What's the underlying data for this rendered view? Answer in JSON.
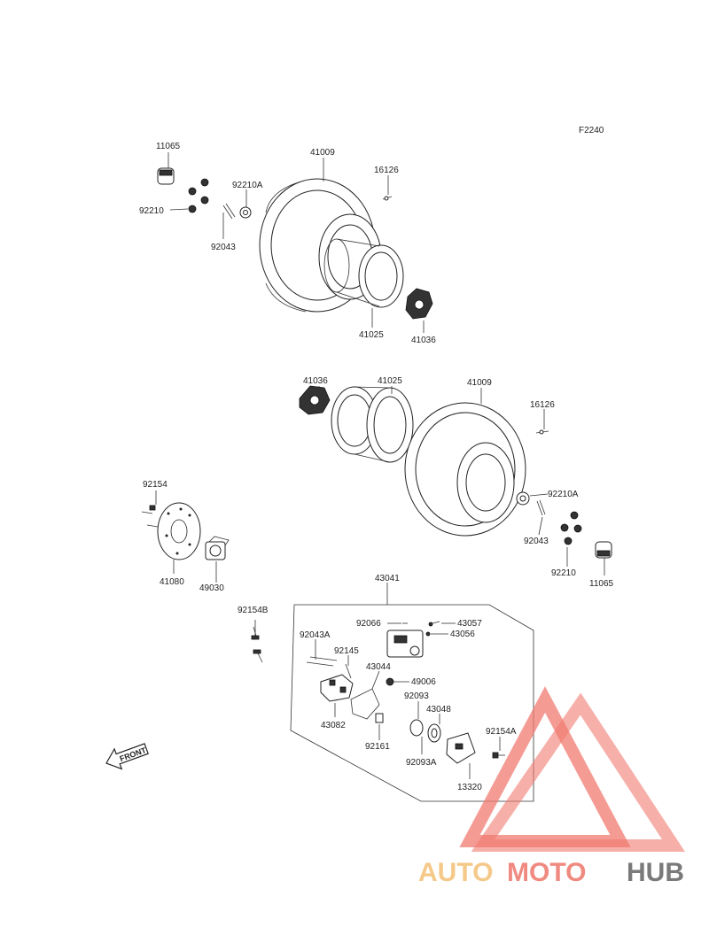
{
  "figure_code": "F2240",
  "front_label": "FRONT",
  "part_numbers": {
    "p11065_top": "11065",
    "p41009_top": "41009",
    "p16126_top": "16126",
    "p92210A_top": "92210A",
    "p92210_top": "92210",
    "p92043_top": "92043",
    "p41025_top": "41025",
    "p41036_top": "41036",
    "p41036_mid": "41036",
    "p41025_mid": "41025",
    "p41009_mid": "41009",
    "p16126_mid": "16126",
    "p92210A_mid": "92210A",
    "p92043_mid": "92043",
    "p92210_mid": "92210",
    "p11065_mid": "11065",
    "p92154": "92154",
    "p41080": "41080",
    "p49030": "49030",
    "p92154B": "92154B",
    "p43041": "43041",
    "p92066": "92066",
    "p43057": "43057",
    "p43056": "43056",
    "p92043A": "92043A",
    "p92145": "92145",
    "p43044": "43044",
    "p49006": "49006",
    "p92093": "92093",
    "p43048": "43048",
    "p43082": "43082",
    "p92161": "92161",
    "p92093A": "92093A",
    "p92154A": "92154A",
    "p13320": "13320"
  },
  "watermark": {
    "part1": "AUTO",
    "part2": "MOTO",
    "part3": "HUB"
  },
  "colors": {
    "watermark_triangle": "#f07a70",
    "watermark_auto": "#f5c98a",
    "watermark_moto": "#f08a80",
    "watermark_hub": "#7a7a7a"
  }
}
